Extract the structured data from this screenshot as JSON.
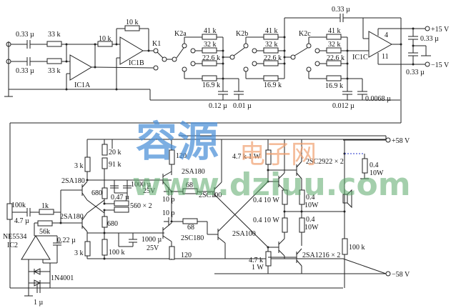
{
  "diagram": {
    "title": "",
    "preamp": {
      "inputs": [
        {
          "cap": "0.33 µ",
          "res": "33 k"
        },
        {
          "cap": "0.33 µ",
          "res": "33 k"
        }
      ],
      "ic1a": "IC1A",
      "ic1b": "IC1B",
      "ic1b_in_res": "10 k",
      "ic1b_fb_res": "10 k",
      "switch_k1": "K1"
    },
    "filter": {
      "stages": [
        {
          "switch": "K2a",
          "res": [
            "41 k",
            "32 k",
            "22.6 k",
            "16.9 k"
          ],
          "caps": [
            "0.12 µ",
            "0.01 µ"
          ]
        },
        {
          "switch": "K2b",
          "res": [
            "41 k",
            "32 k",
            "22.6 k",
            "16.9 k"
          ],
          "caps": []
        },
        {
          "switch": "K2c",
          "res": [
            "41 k",
            "32 k",
            "22.6 k",
            "16.9 k"
          ],
          "caps": [
            "0.012 µ",
            "0.0068 µ"
          ]
        }
      ],
      "fb_cap": "0.33 µ",
      "ic1c": "IC1C",
      "pin4": "4",
      "pin11": "11",
      "supply_pos": "+15 V",
      "supply_neg": "−15 V",
      "decoupling_pos": "0.33 µ",
      "decoupling_neg": "0.33 µ"
    },
    "power_amp": {
      "vol_pot": "100k",
      "in_cap": "4.7 µ",
      "in_res": "1k",
      "fb_res": "56k",
      "ic2_name": "NE5534",
      "ic2": "IC2",
      "ic2_cap": "0.22 µ",
      "diode": "1N4001",
      "gnd_cap": "1 µ",
      "r_3k_top": "3 k",
      "r_3k_bot": "3 k",
      "r_20k": "20 k",
      "r_91k": "91 k",
      "q_2sa180_a": "2SA180",
      "q_2sa180_b": "2SA180",
      "r_680_a": "680",
      "r_680_b": "680",
      "c_047": "0.47 µ",
      "c_1000_top": "1000 µ",
      "c_1000_top_v": "25V",
      "r_560": "560 × 2",
      "r_100k": "100 k",
      "c_1000_bot": "1000 µ",
      "c_1000_bot_v": "25V",
      "r_120_top": "120",
      "r_120_bot": "120",
      "q_driver_top": "2SA180",
      "q_driver_bot": "2SC180",
      "c_10p_a": "10 p",
      "c_10p_b": "10 p",
      "r_68_a": "68",
      "r_68_b": "68",
      "q_2sc100": "2SC100",
      "q_2sa100": "2SA100",
      "r_47k_top": "4.7 k  1 W",
      "r_47k_bot": "4.7 k",
      "r_47k_bot_w": "1 W",
      "q_out_top": "2SC2922 × 2",
      "q_out_bot": "2SA1216 × 2",
      "r_emit": [
        "0.4  10 W",
        "0.4  10 W",
        "0.4",
        "10W",
        "0.4",
        "10W"
      ],
      "r_zobel": "0.4",
      "r_zobel_w": "10W",
      "r_out_100k": "100 k",
      "supply_pos": "+58 V",
      "supply_neg": "−58 V"
    },
    "watermark": {
      "cn1": "容源",
      "cn2": "电子网",
      "url": "www.dziuu.com"
    }
  }
}
